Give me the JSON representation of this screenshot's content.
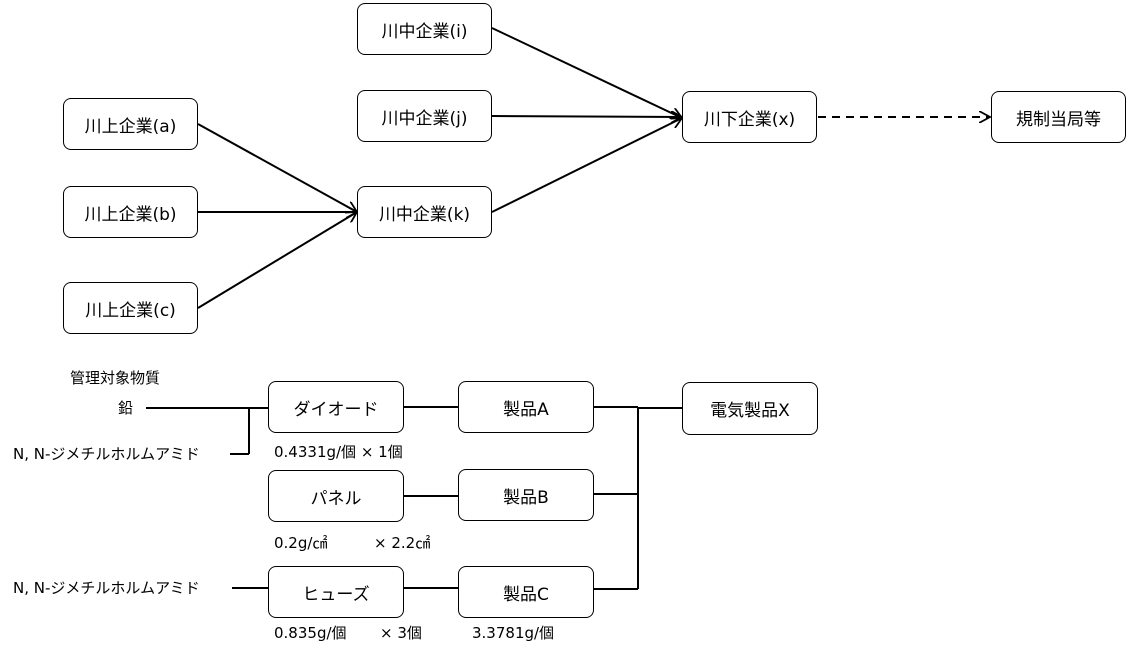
{
  "supply_chain": {
    "upstream": [
      "川上企業(a)",
      "川上企業(b)",
      "川上企業(c)"
    ],
    "midstream": [
      "川中企業(i)",
      "川中企業(j)",
      "川中企業(k)"
    ],
    "downstream": "川下企業(x)",
    "regulator": "規制当局等"
  },
  "composition": {
    "header": "管理対象物質",
    "substance_lead": "鉛",
    "substance_dmf_1": "N, N-ジメチルホルムアミド",
    "substance_dmf_2": "N, N-ジメチルホルムアミド",
    "parts": [
      {
        "name": "ダイオード",
        "amount": "0.4331g/個 × 1個"
      },
      {
        "name": "パネル",
        "amount_unit": "0.2g/㎠",
        "amount_qty": "× 2.2㎠"
      },
      {
        "name": "ヒューズ",
        "amount_unit": "0.835g/個",
        "amount_qty": "× 3個"
      }
    ],
    "products": [
      {
        "name": "製品A"
      },
      {
        "name": "製品B"
      },
      {
        "name": "製品C",
        "amount": "3.3781g/個"
      }
    ],
    "final_product": "電気製品X"
  }
}
